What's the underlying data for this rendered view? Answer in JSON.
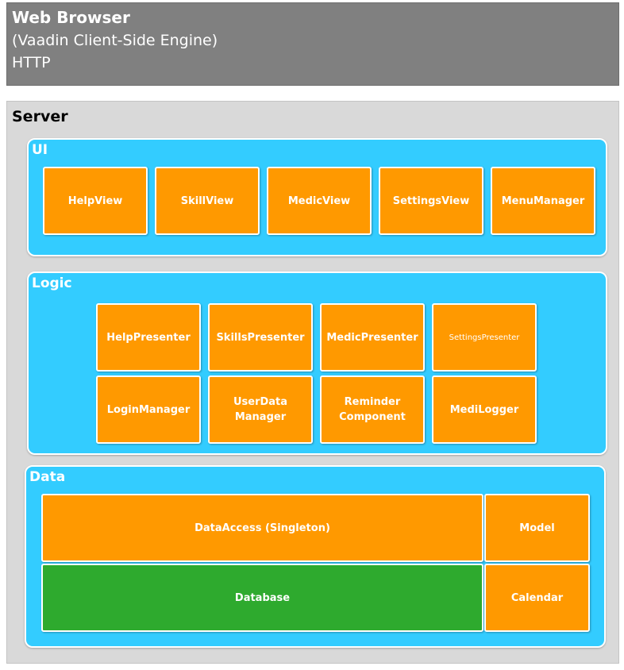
{
  "browser": {
    "title": "Web Browser",
    "subtitle": "(Vaadin Client-Side Engine)",
    "protocol": "HTTP"
  },
  "server": {
    "title": "Server",
    "ui": {
      "title": "UI",
      "items": [
        "HelpView",
        "SkillView",
        "MedicView",
        "SettingsView",
        "MenuManager"
      ]
    },
    "logic": {
      "title": "Logic",
      "items": [
        "HelpPresenter",
        "SkillsPresenter",
        "MedicPresenter",
        "SettingsPresenter",
        "LoginManager",
        "UserData\nManager",
        "Reminder\nComponent",
        "MediLogger"
      ]
    },
    "data": {
      "title": "Data",
      "items": [
        "DataAccess (Singleton)",
        "Model",
        "Database",
        "Calendar"
      ]
    }
  },
  "colors": {
    "browser": "#808080",
    "server": "#d9d9d9",
    "layer": "#33ccff",
    "component": "#ff9900",
    "database": "#2eaa2e"
  }
}
